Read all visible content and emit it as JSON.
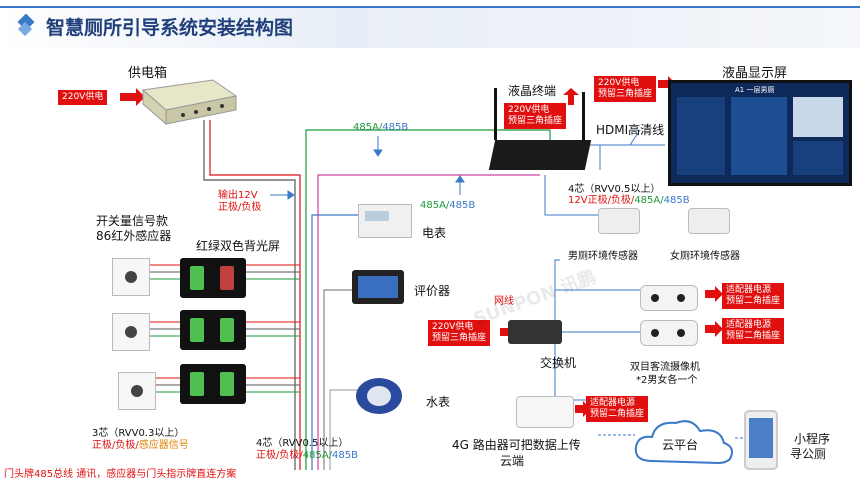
{
  "title": "智慧厕所引导系统安装结构图",
  "power_box": {
    "label": "供电箱",
    "tag": "220V供电"
  },
  "output_12v": {
    "line1": "输出12V",
    "line2": "正极/负极"
  },
  "sensor_group": {
    "line1": "开关量信号款",
    "line2": "86红外感应器"
  },
  "backlight": {
    "label": "红绿双色背光屏"
  },
  "wire_3core": {
    "line1": "3芯（RVV0.3以上）",
    "line2_red": "正极/负极/",
    "line2_orange": "感应器信号"
  },
  "footer_note": "门头牌485总线 通讯，感应器与门头指示牌直连方案",
  "top485": {
    "a": "485A/",
    "b": "485B"
  },
  "meter_485": {
    "a": "485A/",
    "b": "485B"
  },
  "meter": {
    "label": "电表"
  },
  "evaluator": {
    "label": "评价器"
  },
  "water_meter": {
    "label": "水表"
  },
  "wire_4core_bottom": {
    "line1": "4芯（RVV0.5以上）",
    "line2_red": "正极/负极/",
    "line2_green": "485A/",
    "line2_blue": "485B"
  },
  "lcd_terminal": {
    "label": "液晶终端",
    "tag1": "220V供电",
    "tag2": "预留三角插座"
  },
  "lcd_screen": {
    "label": "液晶显示屏",
    "tag1": "220V供电",
    "tag2": "预留三角插座",
    "screen_title": "A1 一层男厕"
  },
  "hdmi": {
    "label": "HDMI高清线"
  },
  "wire_4core_right": {
    "line1": "4芯（RVV0.5以上）",
    "line2_red": "12V正极/负极/",
    "line2_green": "485A/",
    "line2_blue": "485B"
  },
  "env_sensors": {
    "male": "男厕环境传感器",
    "female": "女厕环境传感器"
  },
  "network_cable": "网线",
  "switch": {
    "label": "交换机",
    "tag1": "220V供电",
    "tag2": "预留三角插座"
  },
  "camera_tags": [
    {
      "tag1": "适配器电源",
      "tag2": "预留二角插座"
    },
    {
      "tag1": "适配器电源",
      "tag2": "预留二角插座"
    }
  ],
  "camera": {
    "line1": "双目客流摄像机",
    "line2": "*2男女各一个"
  },
  "router": {
    "line1": "4G 路由器可把数据上传",
    "line2": "云端",
    "tag1": "适配器电源",
    "tag2": "预留二角插座"
  },
  "cloud": {
    "label": "云平台"
  },
  "miniapp": {
    "line1": "小程序",
    "line2": "寻公厕"
  },
  "watermark": "SUNPON 讯鹏",
  "colors": {
    "accent": "#3a78c8",
    "tag_red": "#e01010",
    "green": "#1a9a3a",
    "title": "#1f3f7a"
  }
}
